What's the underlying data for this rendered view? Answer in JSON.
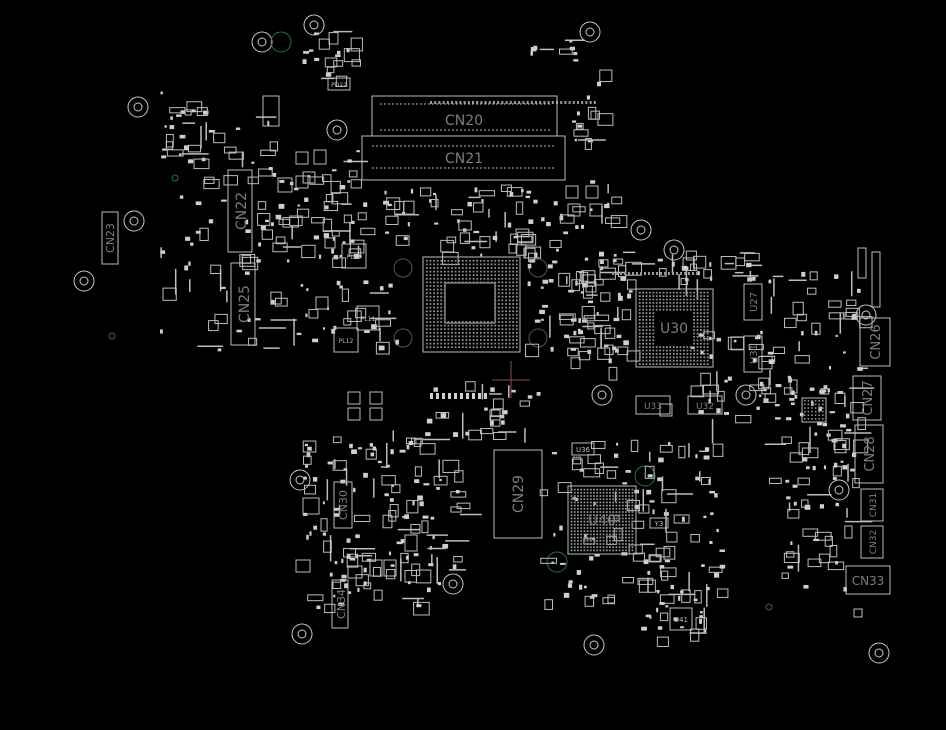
{
  "labels": {
    "CN20": "CN20",
    "CN21": "CN21",
    "CN22": "CN22",
    "CN23": "CN23",
    "CN25": "CN25",
    "CN26": "CN26",
    "CN27": "CN27",
    "CN28": "CN28",
    "CN29": "CN29",
    "CN30": "CN30",
    "CN31": "CN31",
    "CN32": "CN32",
    "CN33": "CN33",
    "CN34": "CN34",
    "U30": "U30",
    "U40": "U40",
    "U41": "U41",
    "U27": "U27",
    "U31": "U31",
    "U33": "U33",
    "U32": "U32",
    "U36": "U36",
    "Y3": "Y3",
    "PL10": "PL10",
    "PL11": "PL11",
    "PL12": "PL12",
    "PD22": "PD22"
  },
  "colors": {
    "background": "#000000",
    "outline": "#bdbdbd",
    "label": "#7d7d7d",
    "marker": "#8a4a4a",
    "via_ring": "#2a6b6b"
  }
}
